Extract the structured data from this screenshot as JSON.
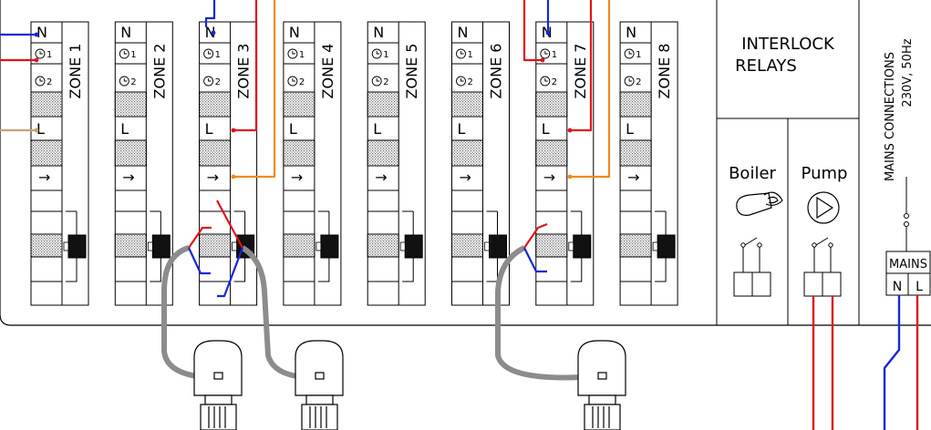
{
  "terminals": {
    "n": "N",
    "l": "L",
    "t1_sub": "1",
    "t2_sub": "2",
    "arrow": "→"
  },
  "zones": [
    {
      "label": "ZONE 1"
    },
    {
      "label": "ZONE 2"
    },
    {
      "label": "ZONE 3"
    },
    {
      "label": "ZONE 4"
    },
    {
      "label": "ZONE 5"
    },
    {
      "label": "ZONE 6"
    },
    {
      "label": "ZONE 7"
    },
    {
      "label": "ZONE 8"
    }
  ],
  "interlock": {
    "title_line1": "INTERLOCK",
    "title_line2": "RELAYS",
    "boiler_label": "Boiler",
    "pump_label": "Pump"
  },
  "mains": {
    "title_line1": "MAINS CONNECTIONS",
    "title_line2": "230V, 50Hz",
    "box_label": "MAINS",
    "n": "N",
    "l": "L"
  },
  "colors": {
    "neutral": "#1428d8",
    "live": "#e0141e",
    "switched_live": "#f08a1e",
    "live_in": "#c8a078",
    "cable": "#8c8c8c",
    "outline": "#000000"
  }
}
